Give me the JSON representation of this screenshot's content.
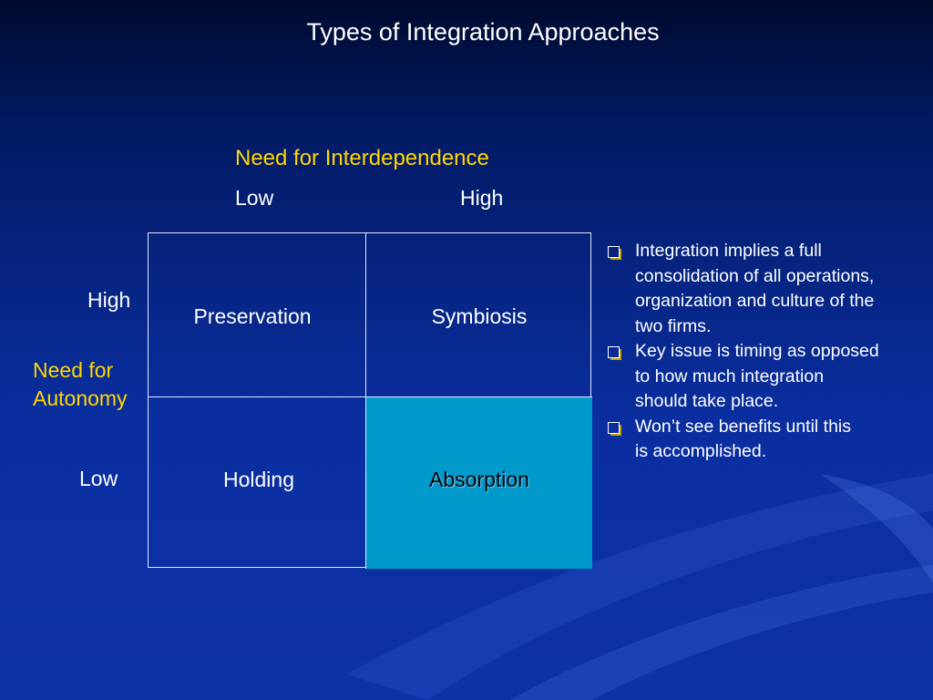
{
  "slide": {
    "title": "Types of Integration Approaches"
  },
  "matrix": {
    "x_axis": {
      "heading": "Need for Interdependence",
      "low_label": "Low",
      "high_label": "High"
    },
    "y_axis": {
      "heading_line1": "Need for",
      "heading_line2": "Autonomy",
      "high_label": "High",
      "low_label": "Low"
    },
    "cells": {
      "top_left": "Preservation",
      "top_right": "Symbiosis",
      "bottom_left": "Holding",
      "bottom_right": "Absorption"
    },
    "highlight_color": "#0099cc"
  },
  "bullets": [
    {
      "line1": "Integration implies a full",
      "line2": "consolidation of all operations,",
      "line3": "organization and culture of the",
      "line4": "two firms."
    },
    {
      "line1": "Key issue is timing as opposed",
      "line2": "to how much integration",
      "line3": "should take place."
    },
    {
      "line1": "Won’t see benefits until this",
      "line2": "is accomplished."
    }
  ],
  "colors": {
    "background": "#0a2ea0",
    "accent": "#ffd700",
    "text": "#ffffff"
  },
  "icons": {
    "bullet": "checkbox-icon"
  }
}
